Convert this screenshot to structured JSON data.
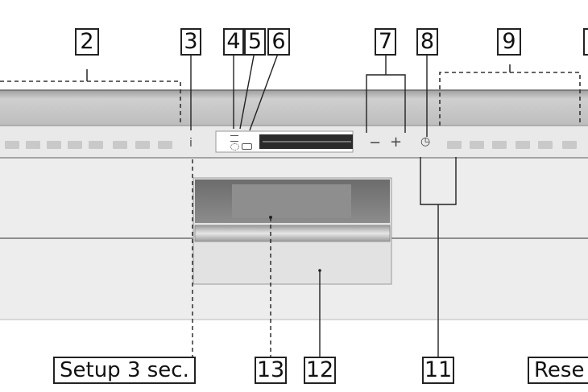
{
  "callouts": {
    "c2": "2",
    "c3": "3",
    "c4": "4",
    "c5": "5",
    "c6": "6",
    "c7": "7",
    "c8": "8",
    "c9": "9",
    "c11": "11",
    "c12": "12",
    "c13": "13"
  },
  "captions": {
    "setup": "Setup 3 sec.",
    "reset": "Rese"
  },
  "panel": {
    "info_symbol": "i",
    "minus_symbol": "−",
    "plus_symbol": "+",
    "timer_symbol": "◷"
  },
  "icons": [
    "info-icon",
    "minus-icon",
    "plus-icon",
    "clock-icon"
  ],
  "colors": {
    "panel_top": "#c8c8c8",
    "panel_strip": "#e6e6e6",
    "display": "#2a2a2a",
    "window": "#7a7a7a",
    "line": "#222222"
  }
}
